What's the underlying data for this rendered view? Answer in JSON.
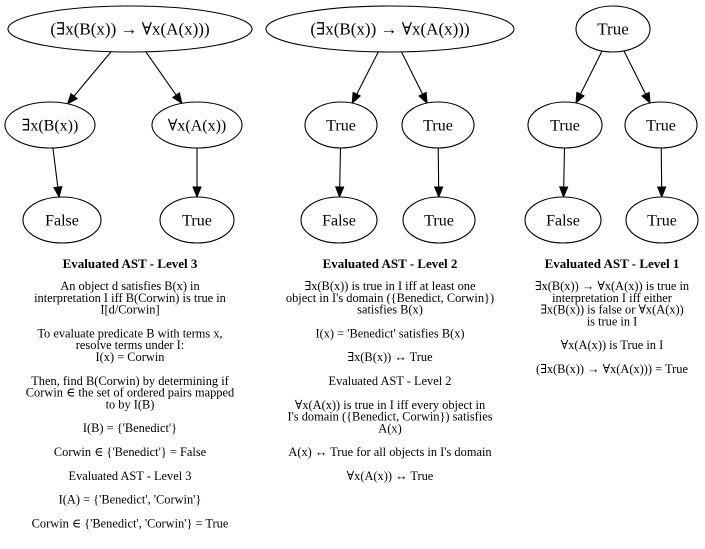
{
  "panels": [
    {
      "root": "(∃x(B(x)) → ∀x(A(x)))",
      "mid_left": "∃x(B(x))",
      "mid_right": "∀x(A(x))",
      "leaf_left": "False",
      "leaf_right": "True",
      "title": "Evaluated AST - Level 3",
      "explanation": [
        [
          "An object d satisfies B(x) in",
          "interpretation I iff B(Corwin) is true in",
          "I[d/Corwin]"
        ],
        [
          "To evaluate predicate B with terms x,",
          "resolve terms under I:",
          "I(x) = Corwin"
        ],
        [
          "Then, find B(Corwin) by determining if",
          "Corwin ∈ the  set of ordered pairs mapped",
          "to by I(B)"
        ],
        [
          "I(B) = {'Benedict'}"
        ],
        [
          "Corwin ∈ {'Benedict'} = False"
        ],
        [
          "Evaluated AST - Level 3"
        ],
        [
          "I(A) = {'Benedict', 'Corwin'}"
        ],
        [
          "Corwin ∈ {'Benedict', 'Corwin'} = True"
        ]
      ]
    },
    {
      "root": "(∃x(B(x)) → ∀x(A(x)))",
      "mid_left": "True",
      "mid_right": "True",
      "leaf_left": "False",
      "leaf_right": "True",
      "title": "Evaluated AST - Level 2",
      "explanation": [
        [
          "∃x(B(x)) is true in I iff at least one",
          "object in I's domain ({Benedict, Corwin})",
          "satisfies B(x)"
        ],
        [
          "I(x) = 'Benedict' satisfies B(x)"
        ],
        [
          "∃x(B(x)) ↔ True"
        ],
        [
          "Evaluated AST - Level 2"
        ],
        [
          "∀x(A(x)) is true in I iff every object in",
          "I's domain ({Benedict, Corwin}) satisfies",
          "A(x)"
        ],
        [
          "A(x) ↔ True for all objects in I's domain"
        ],
        [
          "∀x(A(x)) ↔ True"
        ]
      ]
    },
    {
      "root": "True",
      "mid_left": "True",
      "mid_right": "True",
      "leaf_left": "False",
      "leaf_right": "True",
      "title": "Evaluated AST - Level 1",
      "explanation": [
        [
          "∃x(B(x)) → ∀x(A(x)) is true in",
          "interpretation I iff either",
          "∃x(B(x)) is false or ∀x(A(x))",
          "is true in I"
        ],
        [
          "∀x(A(x)) is True in I"
        ],
        [
          "(∃x(B(x)) → ∀x(A(x))) = True"
        ]
      ]
    }
  ]
}
